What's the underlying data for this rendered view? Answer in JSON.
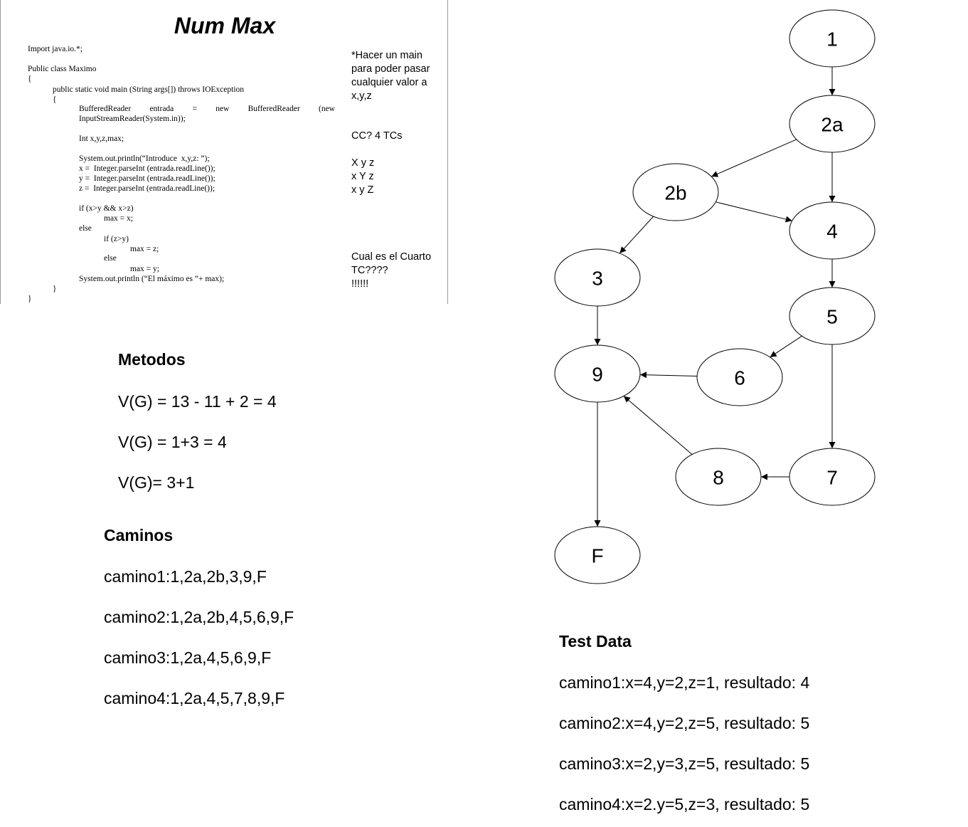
{
  "slide": {
    "title": "Num Max",
    "code": {
      "import": "Import java.io.*;",
      "class_decl": "Public class Maximo",
      "open_brace_1": "{",
      "main_decl": "public static void main (String args[]) throws IOException",
      "open_brace_2": "{",
      "br_a": "BufferedReader",
      "br_b": "entrada",
      "br_c": "=",
      "br_d": "new",
      "br_e": "BufferedReader",
      "br_f": "(new",
      "br_cont": "InputStreamReader(System.in));",
      "int_decl": "Int x,y,z,max;",
      "println_1": "System.out.println(“Introduce  x,y,z: ”);",
      "read_x": "x =  Integer.parseInt (entrada.readLine());",
      "read_y": "y =  Integer.parseInt (entrada.readLine());",
      "read_z": "z =  Integer.parseInt (entrada.readLine());",
      "if_1": "if (x>y && x>z)",
      "max_x": "max = x;",
      "else_1": "else",
      "if_2": "if (z>y)",
      "max_z": "max = z;",
      "else_2": "else",
      "max_y": "max = y;",
      "println_2": "System.out.println (“El máximo es ”+ max);",
      "close_brace_2": "}",
      "close_brace_1": "}"
    },
    "notes": {
      "n1": "*Hacer un main",
      "n2": "para poder pasar",
      "n3": "cualquier valor a",
      "n4": "x,y,z",
      "cc": "CC? 4 TCs",
      "xyz1": "X y z",
      "xyz2": "x Y z",
      "xyz3": "x y Z",
      "q1": "Cual es el Cuarto",
      "q2": "TC????",
      "q3": "!!!!!!"
    }
  },
  "metodos": {
    "title": "Metodos",
    "lines": [
      "V(G) = 13 - 11 + 2 = 4",
      "V(G) = 1+3 = 4",
      "V(G)= 3+1"
    ]
  },
  "caminos": {
    "title": "Caminos",
    "lines": [
      "camino1:1,2a,2b,3,9,F",
      "camino2:1,2a,2b,4,5,6,9,F",
      "camino3:1,2a,4,5,6,9,F",
      "camino4:1,2a,4,5,7,8,9,F"
    ]
  },
  "test_data": {
    "title": "Test Data",
    "lines": [
      "camino1:x=4,y=2,z=1, resultado: 4",
      "camino2:x=4,y=2,z=5, resultado: 5",
      "camino3:x=2,y=3,z=5, resultado: 5",
      "camino4:x=2.y=5,z=3, resultado: 5"
    ]
  },
  "graph": {
    "nodes": [
      {
        "id": "1",
        "label": "1"
      },
      {
        "id": "2a",
        "label": "2a"
      },
      {
        "id": "2b",
        "label": "2b"
      },
      {
        "id": "3",
        "label": "3"
      },
      {
        "id": "4",
        "label": "4"
      },
      {
        "id": "5",
        "label": "5"
      },
      {
        "id": "6",
        "label": "6"
      },
      {
        "id": "7",
        "label": "7"
      },
      {
        "id": "8",
        "label": "8"
      },
      {
        "id": "9",
        "label": "9"
      },
      {
        "id": "F",
        "label": "F"
      }
    ],
    "edges": [
      {
        "from": "1",
        "to": "2a"
      },
      {
        "from": "2a",
        "to": "2b"
      },
      {
        "from": "2a",
        "to": "4"
      },
      {
        "from": "2b",
        "to": "3"
      },
      {
        "from": "2b",
        "to": "4"
      },
      {
        "from": "3",
        "to": "9"
      },
      {
        "from": "4",
        "to": "5"
      },
      {
        "from": "5",
        "to": "6"
      },
      {
        "from": "5",
        "to": "7"
      },
      {
        "from": "6",
        "to": "9"
      },
      {
        "from": "7",
        "to": "8"
      },
      {
        "from": "8",
        "to": "9"
      },
      {
        "from": "9",
        "to": "F"
      }
    ]
  }
}
